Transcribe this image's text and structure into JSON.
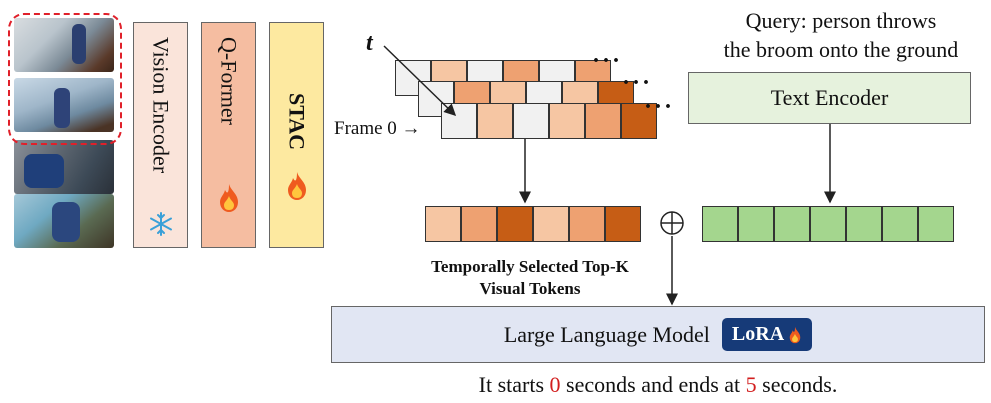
{
  "encoders": {
    "vision": "Vision Encoder",
    "qformer": "Q-Former",
    "stac": "STAC"
  },
  "frames": {
    "t_label": "t",
    "frame0_label": "Frame 0",
    "ellipsis": "···"
  },
  "query": {
    "line1": "Query: person throws",
    "line2": "the broom onto the ground"
  },
  "text_encoder": "Text Encoder",
  "selected_caption": {
    "line1": "Temporally Selected Top-K",
    "line2": "Visual Tokens"
  },
  "llm": {
    "label": "Large Language Model",
    "lora": "LoRA"
  },
  "output": {
    "prefix": "It starts",
    "start": "0",
    "middle": "seconds and ends at",
    "end": "5",
    "suffix": "seconds."
  },
  "colors": {
    "vision_fill": "#fae4da",
    "qformer_fill": "#f5bda1",
    "stac_fill": "#fde9a0",
    "text_encoder_fill": "#e6f2dd",
    "llm_fill": "#e1e6f3",
    "lora_fill": "#163a78",
    "highlight_red": "#d21e1e"
  }
}
